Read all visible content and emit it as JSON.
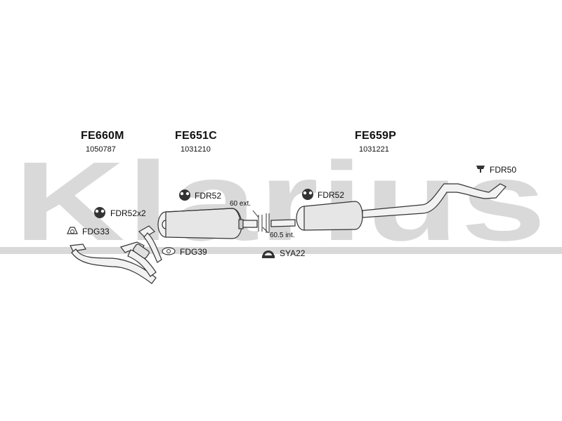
{
  "watermark": {
    "text": "Klarius"
  },
  "sections": [
    {
      "code": "FE660M",
      "number": "1050787"
    },
    {
      "code": "FE651C",
      "number": "1031210"
    },
    {
      "code": "FE659P",
      "number": "1031221"
    }
  ],
  "parts": {
    "fdr52x2": "FDR52x2",
    "fdg33": "FDG33",
    "fdr52_mid": "FDR52",
    "fdg39": "FDG39",
    "fdr52_rear": "FDR52",
    "sya22": "SYA22",
    "fdr50": "FDR50"
  },
  "dimensions": {
    "ext": "60 ext.",
    "int": "60.5 int."
  },
  "colors": {
    "watermark": "#d9d9d9",
    "line": "#333333",
    "pipe_fill": "#f2f2f2",
    "box_fill": "#e6e6e6"
  }
}
